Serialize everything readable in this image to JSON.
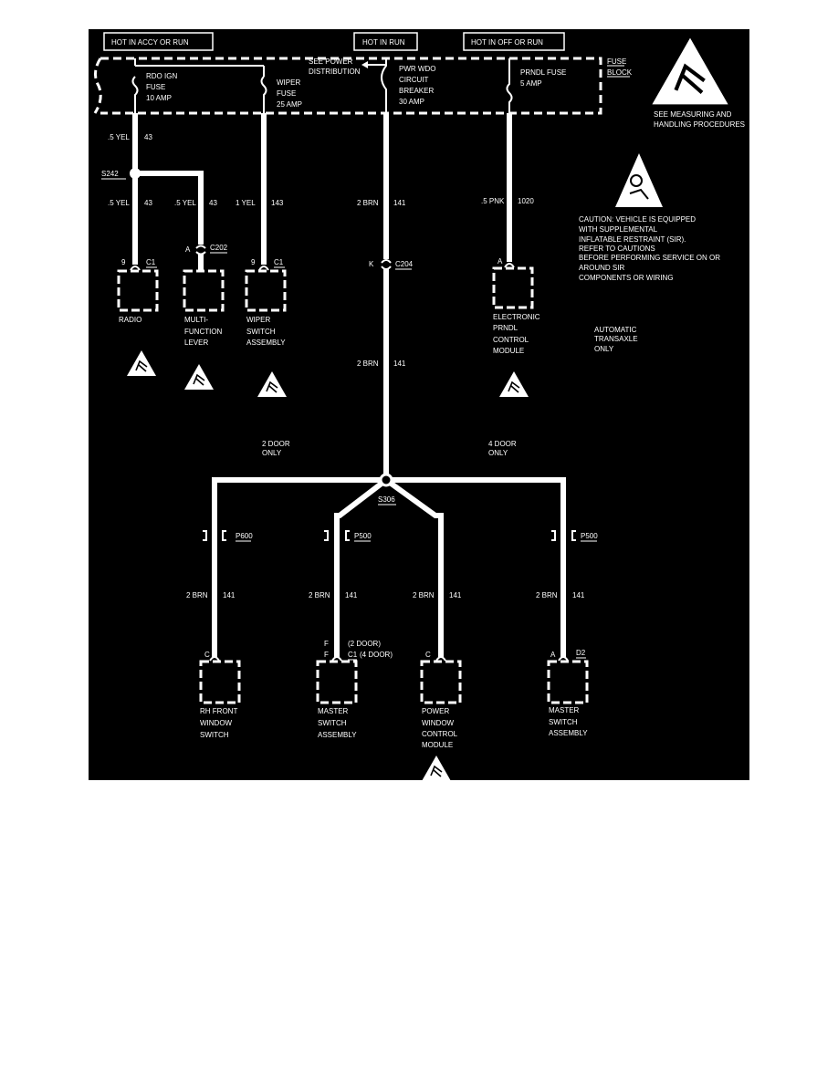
{
  "colors": {
    "background": "#000000",
    "wire": "#ffffff",
    "page": "#ffffff"
  },
  "headers": [
    "HOT IN ACCY OR RUN",
    "HOT IN RUN",
    "HOT IN OFF OR RUN"
  ],
  "fuse_block": {
    "label": [
      "FUSE",
      "BLOCK"
    ],
    "fuses": [
      {
        "lines": [
          "RDO IGN",
          "FUSE",
          "10 AMP"
        ]
      },
      {
        "lines": [
          "WIPER",
          "FUSE",
          "25 AMP"
        ]
      },
      {
        "lines": [
          "PWR WDO",
          "CIRCUIT",
          "BREAKER",
          "30 AMP"
        ]
      },
      {
        "lines": [
          "PRNDL FUSE",
          "5 AMP"
        ]
      }
    ],
    "see_power": [
      "SEE POWER",
      "DISTRIBUTION"
    ]
  },
  "esd_note": [
    "SEE MEASURING AND",
    "HANDLING PROCEDURES"
  ],
  "sir_note": [
    "CAUTION: VEHICLE IS EQUIPPED",
    "WITH SUPPLEMENTAL",
    "INFLATABLE RESTRAINT (SIR).",
    "REFER TO CAUTIONS",
    "BEFORE PERFORMING SERVICE ON OR",
    "AROUND SIR",
    "COMPONENTS OR WIRING"
  ],
  "trans_note": [
    "AUTOMATIC",
    "TRANSAXLE",
    "ONLY"
  ],
  "wires": {
    "radio_top": [
      ".5 YEL",
      "43"
    ],
    "radio": [
      ".5 YEL",
      "43"
    ],
    "multi": [
      ".5 YEL",
      "43"
    ],
    "wiper": [
      "1 YEL",
      "143"
    ],
    "pwr_upper": [
      "2 BRN",
      "141"
    ],
    "pwr_lower": [
      "2 BRN",
      "141"
    ],
    "prndl": [
      ".5 PNK",
      "1020"
    ],
    "rh_front": [
      "2 BRN",
      "141"
    ],
    "master_2": [
      "2 BRN",
      "141"
    ],
    "pwcm": [
      "2 BRN",
      "141"
    ],
    "master_4": [
      "2 BRN",
      "141"
    ]
  },
  "splices": [
    "S242",
    "S306"
  ],
  "connectors": {
    "c202": [
      "A",
      "C202"
    ],
    "c204": [
      "K",
      "C204"
    ],
    "radio": [
      "9",
      "C1"
    ],
    "wiper": [
      "9",
      "C1"
    ],
    "prndl": [
      "A"
    ],
    "rh_front": [
      "C"
    ],
    "master_2": [
      "F",
      "(2 DOOR)",
      "F",
      "C1",
      "(4 DOOR)"
    ],
    "pwcm": [
      "C"
    ],
    "master_4": [
      "A",
      "D2"
    ],
    "p600": "P600",
    "p500a": "P500",
    "p500b": "P500"
  },
  "door_notes": {
    "two": [
      "2 DOOR",
      "ONLY"
    ],
    "four": [
      "4 DOOR",
      "ONLY"
    ]
  },
  "components": {
    "radio": [
      "RADIO"
    ],
    "multi": [
      "MULTI-",
      "FUNCTION",
      "LEVER"
    ],
    "wiper": [
      "WIPER",
      "SWITCH",
      "ASSEMBLY"
    ],
    "prndl": [
      "ELECTRONIC",
      "PRNDL",
      "CONTROL",
      "MODULE"
    ],
    "rh_front": [
      "RH FRONT",
      "WINDOW",
      "SWITCH"
    ],
    "master_2": [
      "MASTER",
      "SWITCH",
      "ASSEMBLY"
    ],
    "pwcm": [
      "POWER",
      "WINDOW",
      "CONTROL",
      "MODULE"
    ],
    "master_4": [
      "MASTER",
      "SWITCH",
      "ASSEMBLY"
    ]
  }
}
